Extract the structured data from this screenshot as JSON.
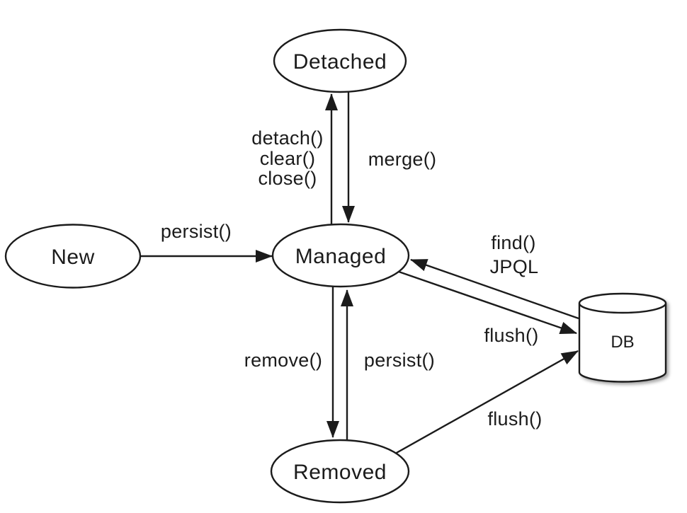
{
  "nodes": {
    "new": {
      "label": "New"
    },
    "detached": {
      "label": "Detached"
    },
    "managed": {
      "label": "Managed"
    },
    "removed": {
      "label": "Removed"
    },
    "db": {
      "label": "DB"
    }
  },
  "edges": {
    "persist_new_to_managed": {
      "label": "persist()"
    },
    "detach_managed_to_detached": {
      "lines": [
        "detach()",
        "clear()",
        "close()"
      ]
    },
    "merge_detached_to_managed": {
      "label": "merge()"
    },
    "remove_managed_to_removed": {
      "label": "remove()"
    },
    "persist_removed_to_managed": {
      "label": "persist()"
    },
    "find_db_to_managed": {
      "lines": [
        "find()",
        "JPQL"
      ]
    },
    "flush_managed_to_db": {
      "label": "flush()"
    },
    "flush_removed_to_db": {
      "label": "flush()"
    }
  },
  "colors": {
    "line": "#1b1b1b",
    "node_fill": "#ffffff",
    "background": "#ffffff"
  }
}
